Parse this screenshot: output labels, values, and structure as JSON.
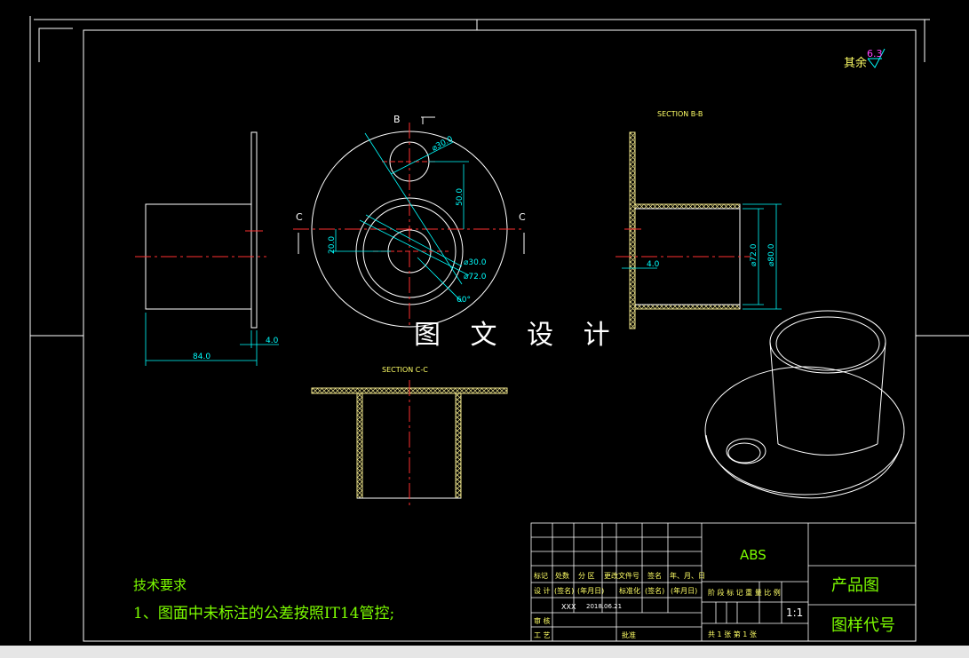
{
  "watermark": "图 文 设 计",
  "roughness": {
    "prefix": "其余",
    "value": "6.3"
  },
  "sections": {
    "bb": "SECTION B-B",
    "cc": "SECTION C-C"
  },
  "markers": {
    "b": "B",
    "c_left": "C",
    "c_right": "C"
  },
  "dimensions": {
    "front_length": "84.0",
    "front_flange": "4.0",
    "top_hole": "⌀30.0",
    "top_offset": "50.0",
    "center_offset": "20.0",
    "inner_dia": "⌀30.0",
    "outer_dia": "⌀72.0",
    "angle": "60°",
    "bb_wall": "4.0",
    "bb_inner": "⌀72.0",
    "bb_outer": "⌀80.0"
  },
  "notes": {
    "title": "技术要求",
    "line1": "1、图面中未标注的公差按照IT14管控;"
  },
  "title_block": {
    "material": "ABS",
    "product": "产品图",
    "drawing_no": "图样代号",
    "scale": "1:1",
    "designer": "XXX",
    "date": "2018.06.21",
    "header_cols": [
      "标记",
      "处数",
      "分 区",
      "更改文件号",
      "签名",
      "年、月、日"
    ],
    "row_design": [
      "设 计",
      "(签名)",
      "(年月日)",
      "标准化",
      "(签名)",
      "(年月日)"
    ],
    "row_check": "审 核",
    "row_process": "工 艺",
    "approve": "批准",
    "stage_headers": "阶 段 标 记   重 量   比 例",
    "sheets": "共 1 张   第 1 张"
  }
}
